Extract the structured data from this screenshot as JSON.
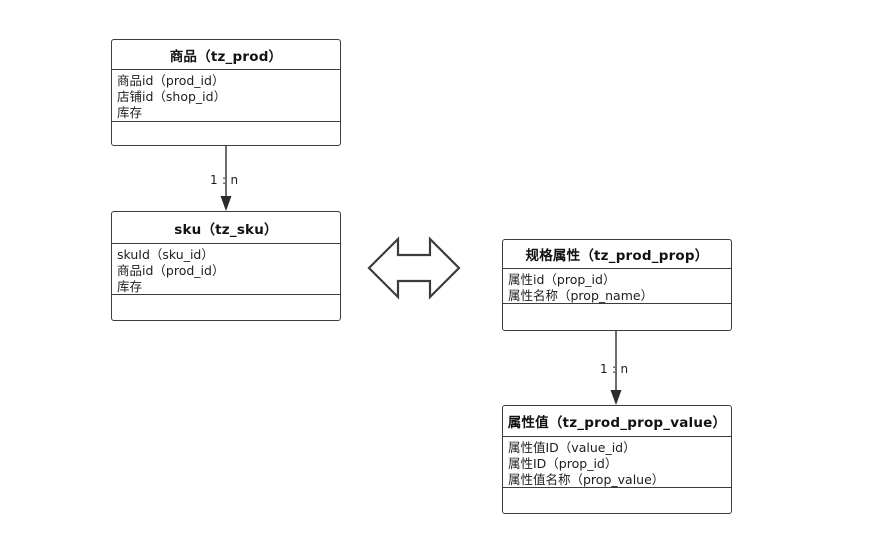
{
  "diagram": {
    "type": "er-class-diagram",
    "background_color": "#ffffff",
    "line_color": "#3c3c3c",
    "text_color": "#1d1d1d"
  },
  "entities": [
    {
      "id": "tz_prod",
      "header": "商品（tz_prod）",
      "attributes": [
        "商品id（prod_id）",
        "店铺id（shop_id）",
        "库存"
      ]
    },
    {
      "id": "tz_sku",
      "header": "sku（tz_sku）",
      "attributes": [
        "skuId（sku_id）",
        "商品id（prod_id）",
        "库存"
      ]
    },
    {
      "id": "tz_prod_prop",
      "header": "规格属性（tz_prod_prop）",
      "attributes": [
        "属性id（prop_id）",
        "属性名称（prop_name）"
      ]
    },
    {
      "id": "tz_prod_prop_value",
      "header": "属性值（tz_prod_prop_value）",
      "attributes": [
        "属性值ID（value_id）",
        "属性ID（prop_id）",
        "属性值名称（prop_value）"
      ]
    }
  ],
  "connectors": [
    {
      "id": "prod-to-sku",
      "from": "tz_prod",
      "to": "tz_sku",
      "label": "1 : n",
      "style": "solid-arrow-down"
    },
    {
      "id": "prop-to-propvalue",
      "from": "tz_prod_prop",
      "to": "tz_prod_prop_value",
      "label": "1 : n",
      "style": "solid-arrow-down"
    },
    {
      "id": "sku-to-prop",
      "from": "tz_sku",
      "to": "tz_prod_prop",
      "label": "",
      "style": "hollow-double-headed-block-arrow"
    }
  ]
}
